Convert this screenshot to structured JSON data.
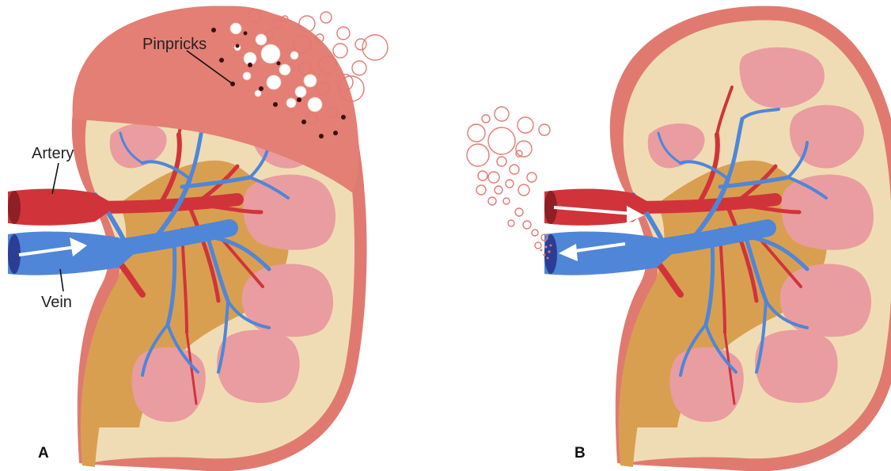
{
  "panels": [
    {
      "id": "A",
      "label": "A",
      "annotations": {
        "artery": "Artery",
        "vein": "Vein",
        "pinpricks": "Pinpricks"
      },
      "flow_arrow": "into kidney via vein"
    },
    {
      "id": "B",
      "label": "B",
      "flow_arrows": [
        "into kidney via artery",
        "out of kidney via vein"
      ]
    }
  ],
  "colors": {
    "capsule": "#e07a70",
    "cortex": "#f0dcb4",
    "pelvis": "#d99f50",
    "pyramid": "#e99da0",
    "artery": "#d0343a",
    "artery_dark": "#8e1f24",
    "vein": "#4f86d8",
    "vein_dark": "#2b3e94",
    "cap_region": "#e37f75",
    "bubble": "#e27a72",
    "pinprick": "#3a0f10"
  }
}
